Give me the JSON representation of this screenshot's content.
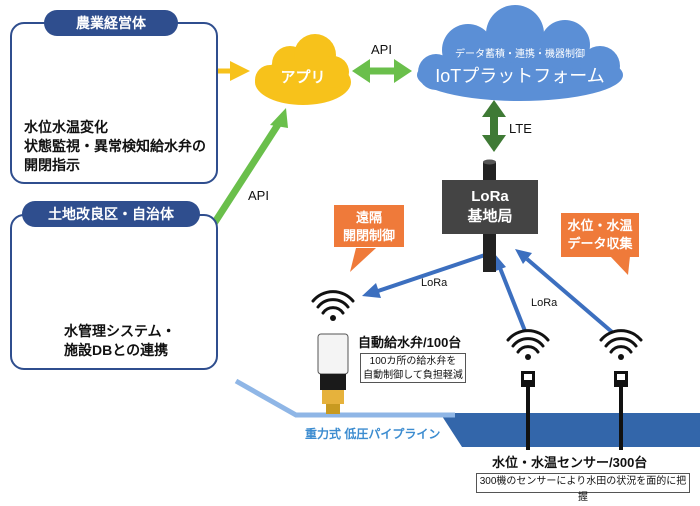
{
  "farm": {
    "title": "農業経営体",
    "desc": "水位水温変化\n状態監視・異常検知給水弁の\n開閉指示"
  },
  "district": {
    "title": "土地改良区・自治体",
    "desc": "水管理システム・\n施設DBとの連携"
  },
  "app": {
    "label": "アプリ"
  },
  "iot": {
    "subtitle": "データ蓄積・連携・機器制御",
    "title": "IoTプラットフォーム"
  },
  "connectors": {
    "api_top": "API",
    "api_left": "API",
    "lte": "LTE",
    "lora_left": "LoRa",
    "lora_right": "LoRa"
  },
  "base_station": {
    "line1": "LoRa",
    "line2": "基地局"
  },
  "callouts": {
    "remote": "遠隔\n開閉制御",
    "data": "水位・水温\nデータ収集"
  },
  "valve": {
    "label": "自動給水弁/100台",
    "note": "100カ所の給水弁を\n自動制御して負担軽減"
  },
  "pipeline": {
    "label": "重力式 低圧パイプライン"
  },
  "sensor": {
    "label": "水位・水温センサー/300台",
    "note": "300機のセンサーにより水田の状況を面的に把握"
  },
  "colors": {
    "navy": "#2f4e8e",
    "app_cloud": "#f7c21b",
    "iot_cloud": "#5b8fd6",
    "arrow_green": "#6abf4b",
    "arrow_dark_green": "#3f7a35",
    "arrow_blue": "#3c6fbf",
    "callout_orange": "#ef7a3a",
    "water": "#3366aa",
    "pipe": "#8fb6e6"
  },
  "icons": [
    "farmer-icon",
    "official-icon",
    "tablet-icon",
    "wifi-icon"
  ]
}
